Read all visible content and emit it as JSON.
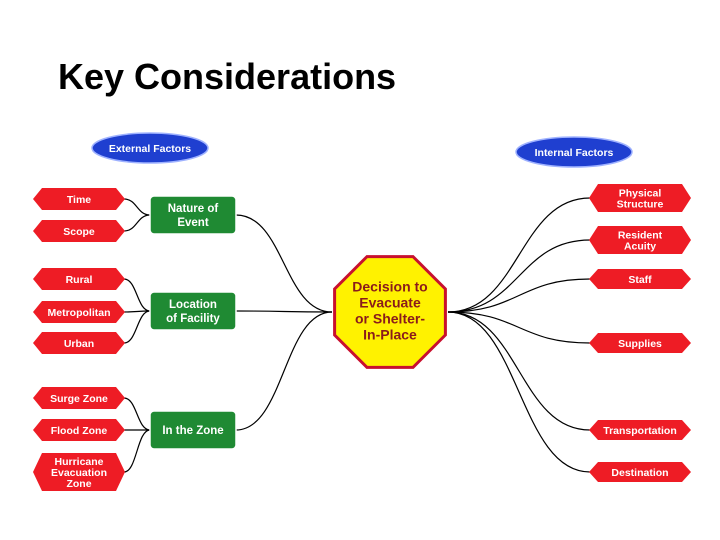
{
  "title": "Key Considerations",
  "colors": {
    "red": "#ee1c25",
    "green": "#1f8a33",
    "blue": "#1f3fd0",
    "octagon_fill": "#fff200",
    "octagon_stroke": "#c8102e"
  },
  "center": {
    "lines": [
      "Decision to",
      "Evacuate",
      "or Shelter-",
      "In-Place"
    ]
  },
  "headers": {
    "external": "External Factors",
    "internal": "Internal Factors"
  },
  "left_groups": [
    {
      "label_lines": [
        "Nature of",
        "Event"
      ],
      "items": [
        [
          "Time"
        ],
        [
          "Scope"
        ]
      ]
    },
    {
      "label_lines": [
        "Location",
        "of Facility"
      ],
      "items": [
        [
          "Rural"
        ],
        [
          "Metropolitan"
        ],
        [
          "Urban"
        ]
      ]
    },
    {
      "label_lines": [
        "In the Zone"
      ],
      "items": [
        [
          "Surge Zone"
        ],
        [
          "Flood Zone"
        ],
        [
          "Hurricane",
          "Evacuation",
          "Zone"
        ]
      ]
    }
  ],
  "right_items": [
    [
      "Physical",
      "Structure"
    ],
    [
      "Resident",
      "Acuity"
    ],
    [
      "Staff"
    ],
    [
      "Supplies"
    ],
    [
      "Transportation"
    ],
    [
      "Destination"
    ]
  ]
}
